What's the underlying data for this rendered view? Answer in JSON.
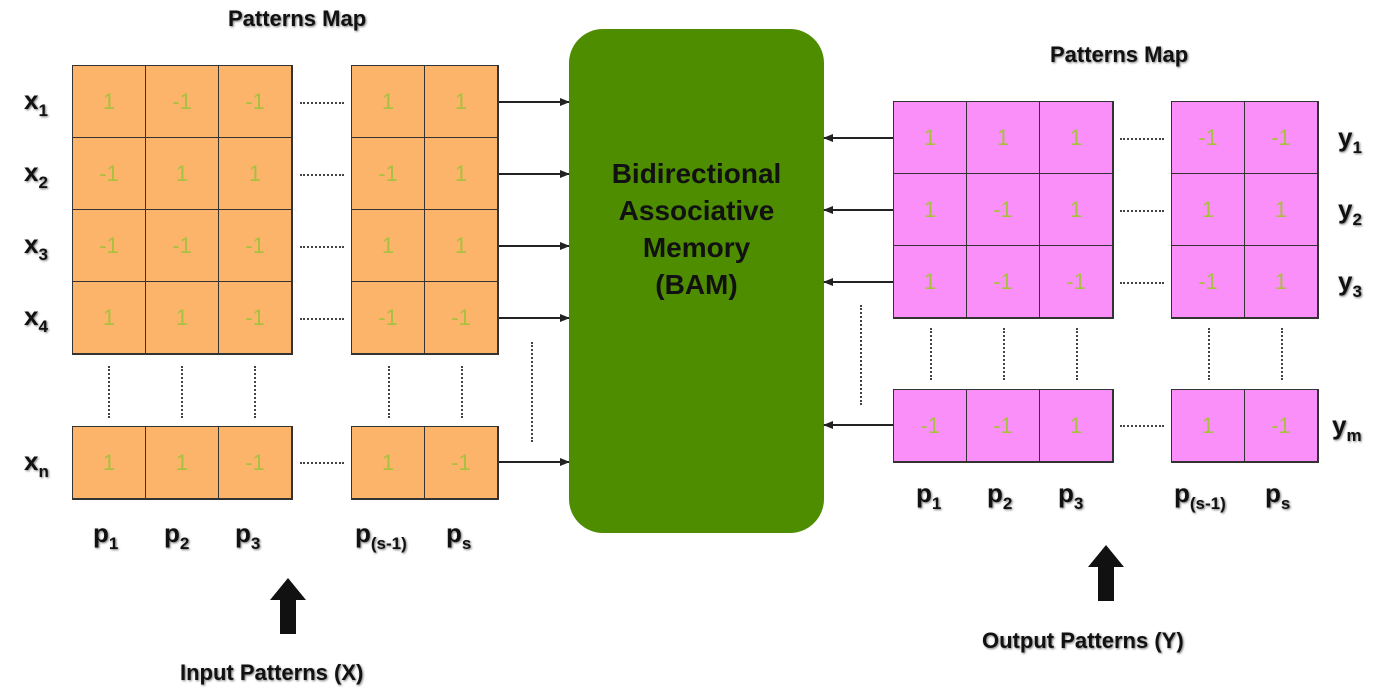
{
  "left": {
    "title": "Patterns Map",
    "rows": [
      {
        "label": "x",
        "sub": "1",
        "main": [
          "1",
          "-1",
          "-1"
        ],
        "tail": [
          "1",
          "1"
        ]
      },
      {
        "label": "x",
        "sub": "2",
        "main": [
          "-1",
          "1",
          "1"
        ],
        "tail": [
          "-1",
          "1"
        ]
      },
      {
        "label": "x",
        "sub": "3",
        "main": [
          "-1",
          "-1",
          "-1"
        ],
        "tail": [
          "1",
          "1"
        ]
      },
      {
        "label": "x",
        "sub": "4",
        "main": [
          "1",
          "1",
          "-1"
        ],
        "tail": [
          "-1",
          "-1"
        ]
      }
    ],
    "last_row": {
      "label": "x",
      "sub": "n",
      "main": [
        "1",
        "1",
        "-1"
      ],
      "tail": [
        "1",
        "-1"
      ]
    },
    "cols": [
      {
        "label": "p",
        "sub": "1"
      },
      {
        "label": "p",
        "sub": "2"
      },
      {
        "label": "p",
        "sub": "3"
      },
      {
        "label": "p",
        "sub": "(s-1)"
      },
      {
        "label": "p",
        "sub": "s"
      }
    ],
    "caption": "Input Patterns (X)"
  },
  "bam": {
    "lines": [
      "Bidirectional",
      "Associative",
      "Memory",
      "(BAM)"
    ]
  },
  "right": {
    "title": "Patterns Map",
    "rows": [
      {
        "label": "y",
        "sub": "1",
        "main": [
          "1",
          "1",
          "1"
        ],
        "tail": [
          "-1",
          "-1"
        ]
      },
      {
        "label": "y",
        "sub": "2",
        "main": [
          "1",
          "-1",
          "1"
        ],
        "tail": [
          "1",
          "1"
        ]
      },
      {
        "label": "y",
        "sub": "3",
        "main": [
          "1",
          "-1",
          "-1"
        ],
        "tail": [
          "-1",
          "1"
        ]
      }
    ],
    "last_row": {
      "label": "y",
      "sub": "m",
      "main": [
        "-1",
        "-1",
        "1"
      ],
      "tail": [
        "1",
        "-1"
      ]
    },
    "cols": [
      {
        "label": "p",
        "sub": "1"
      },
      {
        "label": "p",
        "sub": "2"
      },
      {
        "label": "p",
        "sub": "3"
      },
      {
        "label": "p",
        "sub": "(s-1)"
      },
      {
        "label": "p",
        "sub": "s"
      }
    ],
    "caption": "Output Patterns (Y)"
  },
  "colors": {
    "input_cell": "#fbb46a",
    "output_cell": "#fb8ff9",
    "bam_box": "#4e8c00",
    "cell_text": "#a8c040"
  }
}
